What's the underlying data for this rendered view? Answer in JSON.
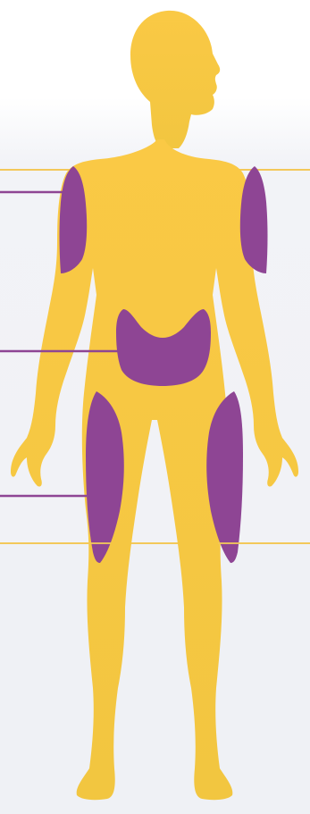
{
  "figure": {
    "subject": "body-injection-sites",
    "colors": {
      "body": "#F9C846",
      "body_shadow": "#EFC33E",
      "site": "#8E4594",
      "bracket": "#F3C85A",
      "leader": "#8E4594",
      "background_top": "#FFFFFF",
      "background_band": "#F1F2F6"
    },
    "sites": [
      {
        "id": "upper-arm-left"
      },
      {
        "id": "upper-arm-right"
      },
      {
        "id": "abdomen"
      },
      {
        "id": "thigh-left"
      },
      {
        "id": "thigh-right"
      }
    ]
  }
}
